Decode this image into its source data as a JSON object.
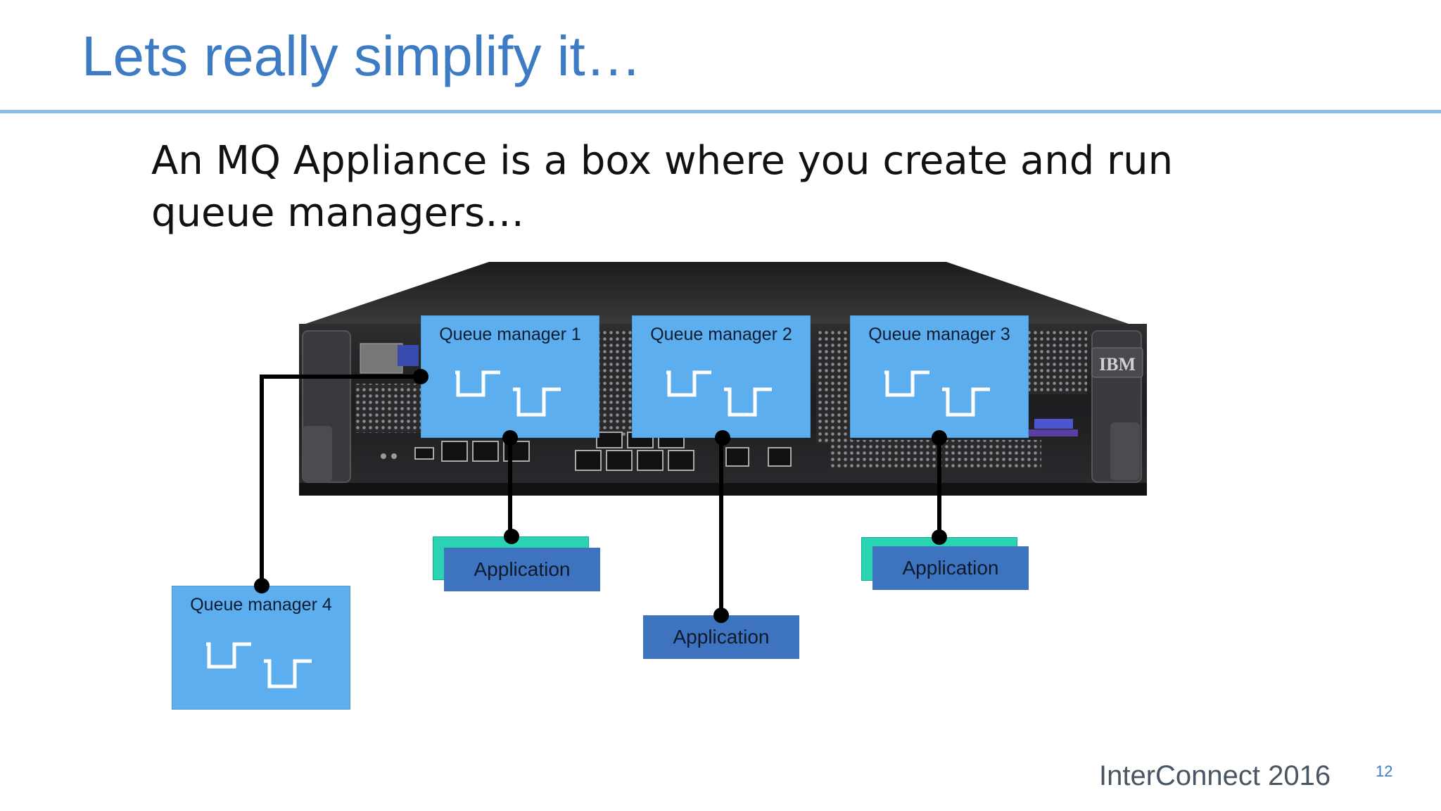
{
  "slide": {
    "title": "Lets really simplify it…",
    "subtitle": "An MQ Appliance is a box where you create and run queue managers…",
    "footer": "InterConnect 2016",
    "page_number": "12"
  },
  "appliance": {
    "brand_label": "IBM"
  },
  "queue_managers": [
    {
      "label": "Queue manager 1"
    },
    {
      "label": "Queue manager 2"
    },
    {
      "label": "Queue manager 3"
    },
    {
      "label": "Queue manager 4"
    }
  ],
  "applications": [
    {
      "label": "Application"
    },
    {
      "label": "Application"
    },
    {
      "label": "Application"
    }
  ],
  "colors": {
    "title": "#3d7bc4",
    "queue_manager_fill": "#5caeef",
    "application_fill": "#3e74bf",
    "application_shadow": "#2ad4b3",
    "connector": "#000000"
  }
}
